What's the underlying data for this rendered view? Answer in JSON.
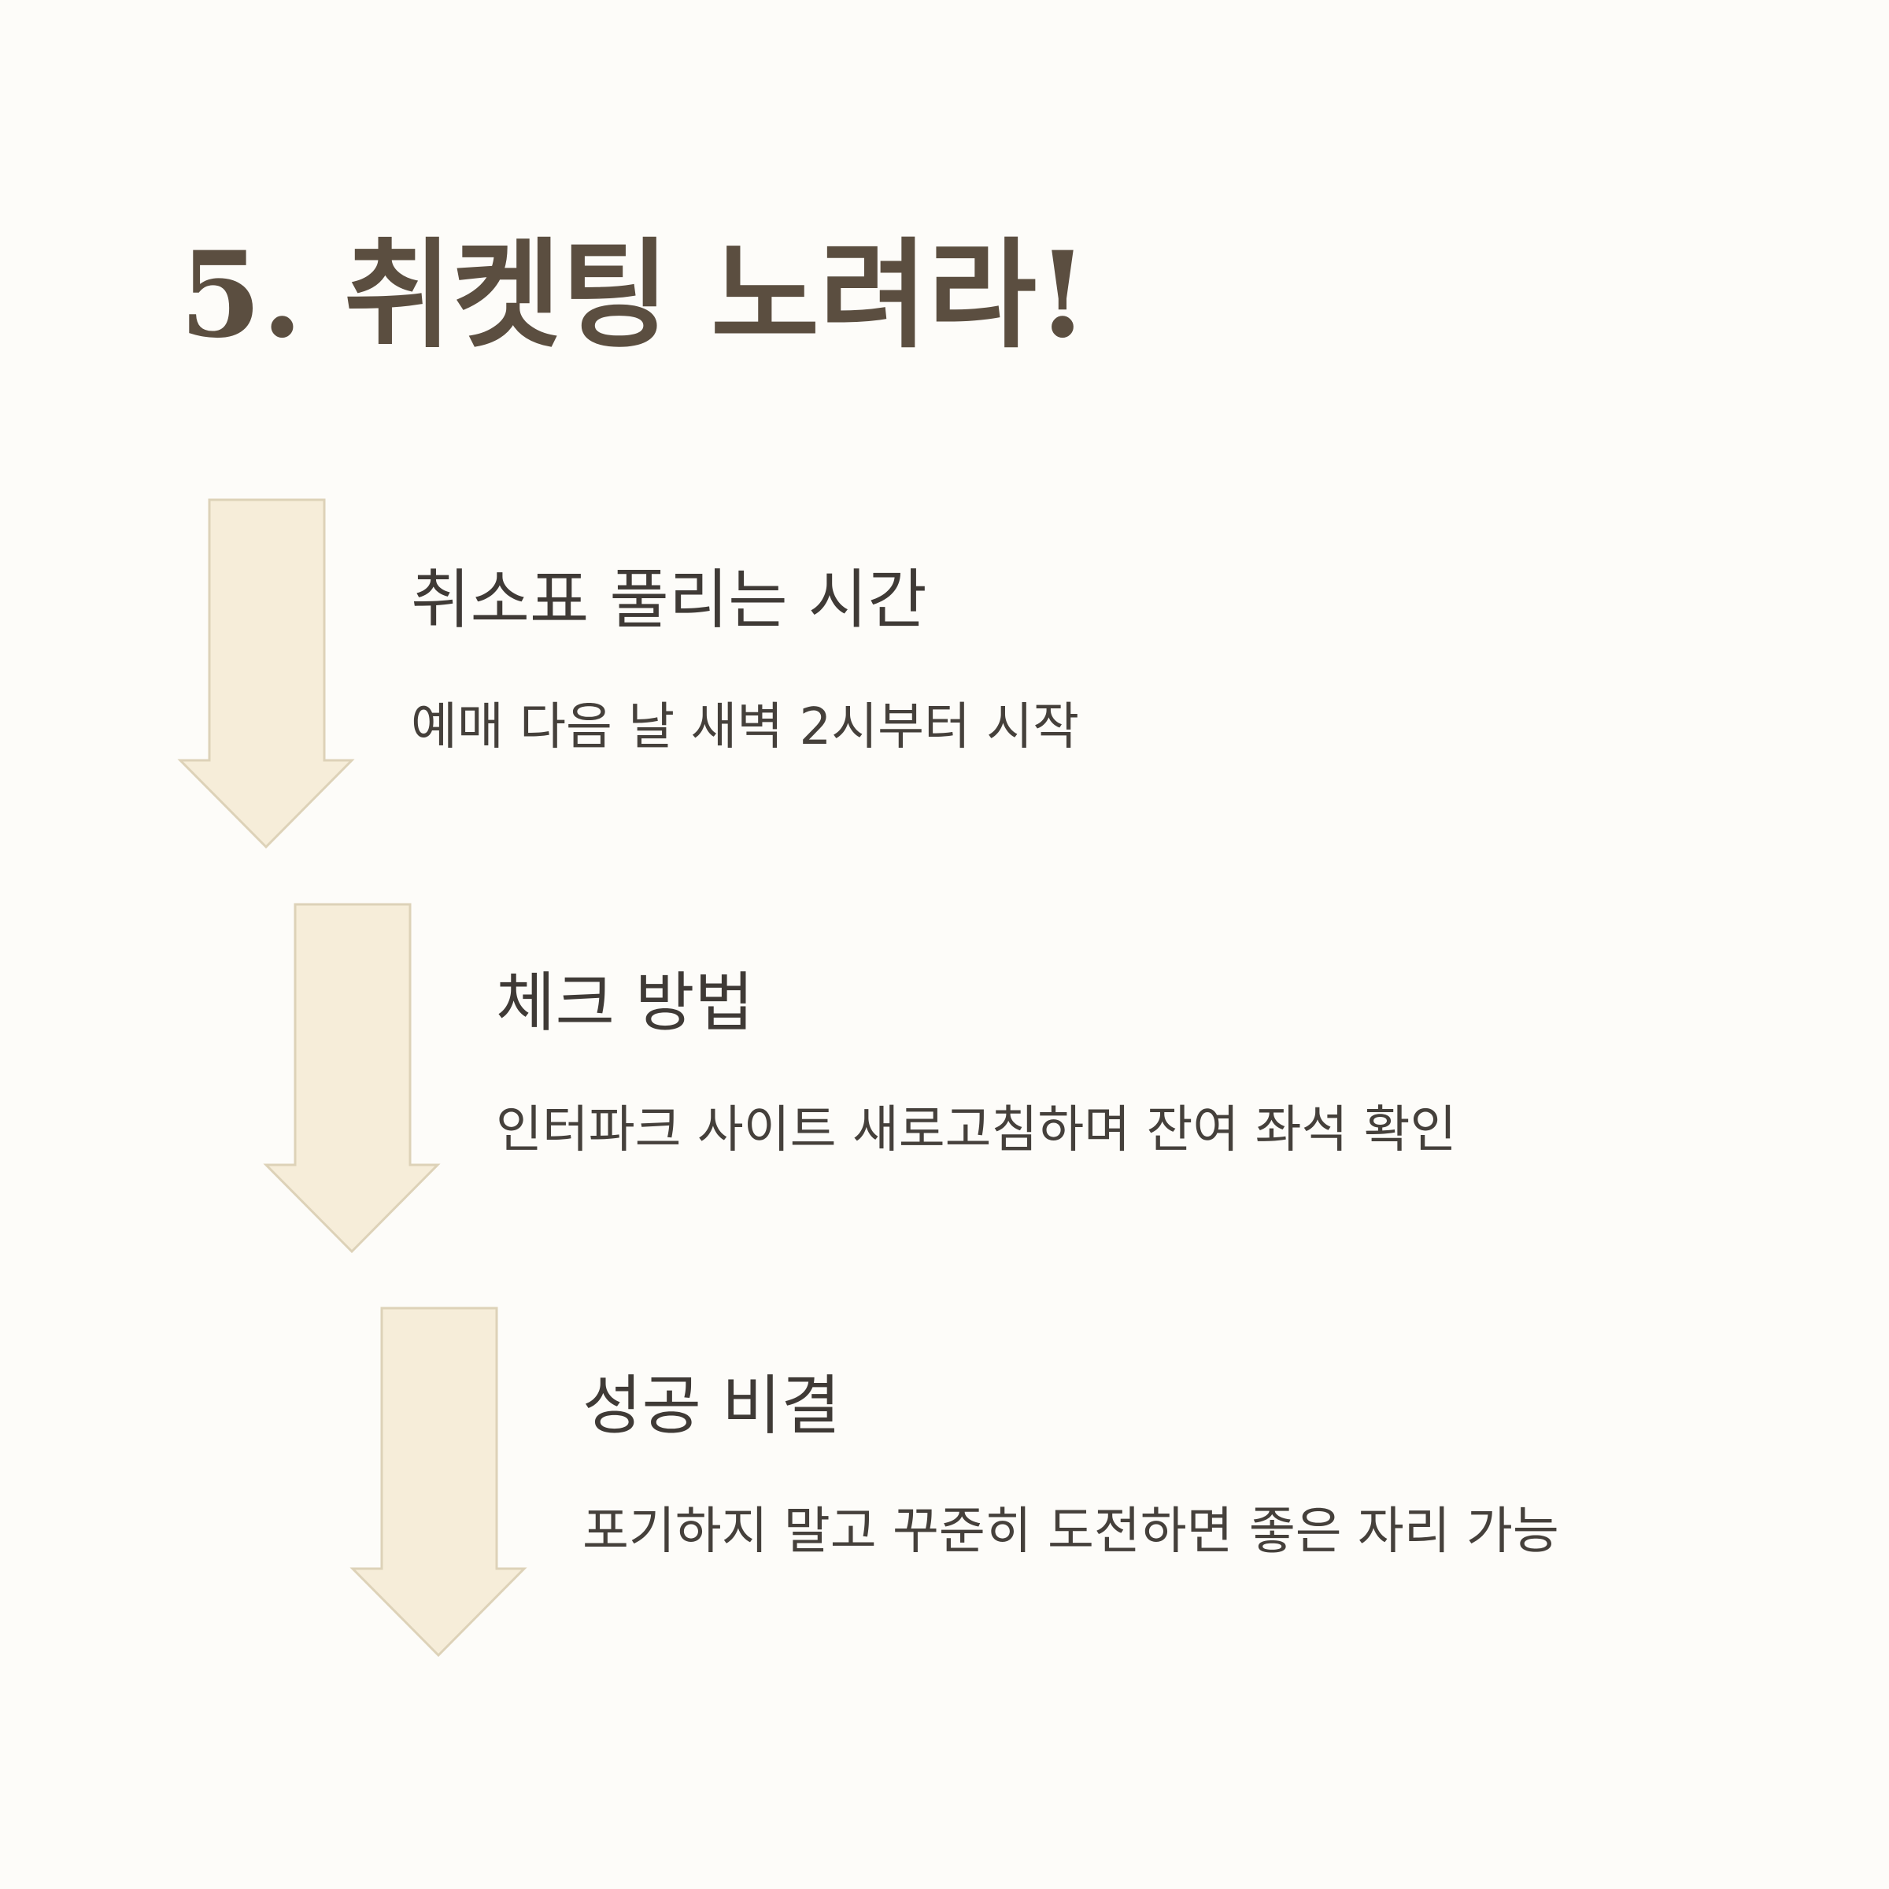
{
  "title": "5. 취켓팅 노려라!",
  "colors": {
    "background": "#fdfcf9",
    "title": "#5b4e40",
    "text": "#3f3a36",
    "arrow_fill": "#f6edd9",
    "arrow_stroke": "#ddd2b8"
  },
  "steps": [
    {
      "icon": "down-arrow-icon",
      "heading": "취소표 풀리는 시간",
      "description": "예매 다음 날 새벽 2시부터 시작"
    },
    {
      "icon": "down-arrow-icon",
      "heading": "체크 방법",
      "description": "인터파크 사이트 새로고침하며 잔여 좌석 확인"
    },
    {
      "icon": "down-arrow-icon",
      "heading": "성공 비결",
      "description": "포기하지 말고 꾸준히 도전하면 좋은 자리 가능"
    }
  ]
}
